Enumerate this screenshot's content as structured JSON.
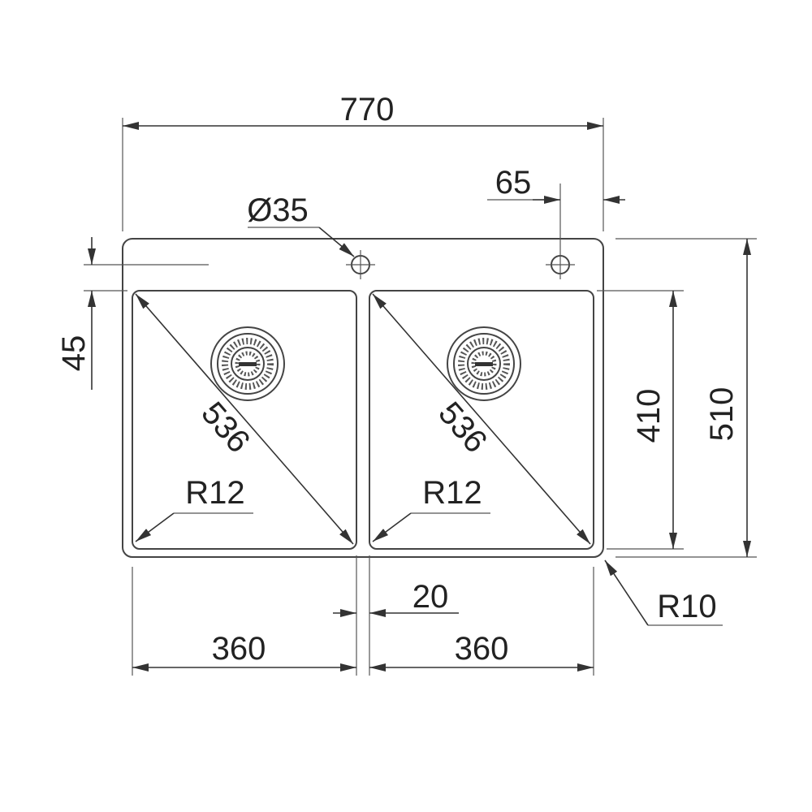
{
  "dimensions": {
    "overall_width": "770",
    "tap_hole_diameter": "Ø35",
    "tap_hole_offset": "65",
    "rim_depth": "45",
    "bowl_diagonal_left": "536",
    "bowl_diagonal_right": "536",
    "bowl_radius_left": "R12",
    "bowl_radius_right": "R12",
    "bowl_depth": "410",
    "overall_depth": "510",
    "divider_width": "20",
    "bowl_width_left": "360",
    "bowl_width_right": "360",
    "corner_radius": "R10"
  },
  "colors": {
    "line": "#333333",
    "background": "#ffffff"
  }
}
